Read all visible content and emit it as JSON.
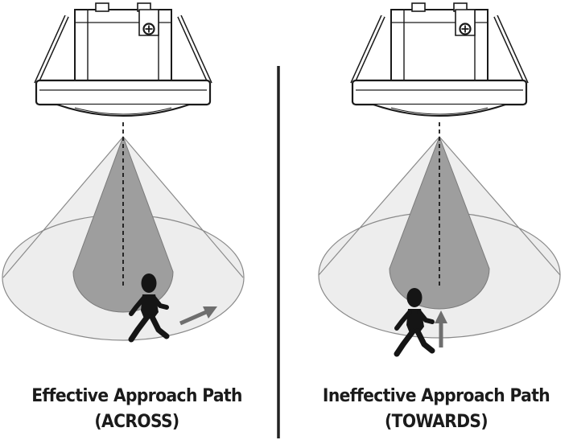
{
  "panels": [
    {
      "id": "left",
      "line1": "Effective Approach Path",
      "line2": "(ACROSS)"
    },
    {
      "id": "right",
      "line1": "Ineffective Approach Path",
      "line2": "(TOWARDS)"
    }
  ],
  "colors": {
    "outline": "#1a1a1a",
    "outer_cone": "#ebebeb",
    "outer_cone_edge": "#8a8a8a",
    "inner_cone": "#9e9e9e",
    "figure": "#151515",
    "arrow": "#6e6e6e",
    "divider": "#222222"
  }
}
